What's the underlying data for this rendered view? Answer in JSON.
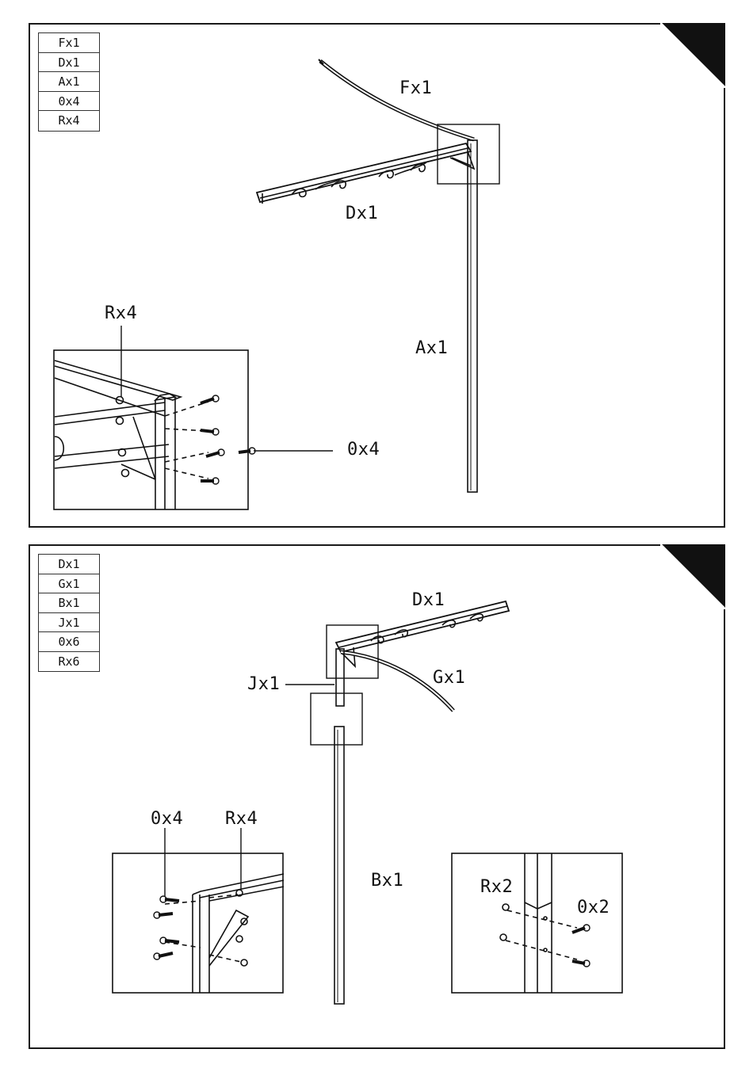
{
  "step1": {
    "parts": [
      "Fx1",
      "Dx1",
      "Ax1",
      "0x4",
      "Rx4"
    ],
    "labels": {
      "F": "Fx1",
      "D": "Dx1",
      "A": "Ax1",
      "R": "Rx4",
      "O": "0x4"
    }
  },
  "step2": {
    "parts": [
      "Dx1",
      "Gx1",
      "Bx1",
      "Jx1",
      "0x6",
      "Rx6"
    ],
    "labels": {
      "D": "Dx1",
      "G": "Gx1",
      "J": "Jx1",
      "B": "Bx1",
      "O4": "0x4",
      "R4": "Rx4",
      "R2": "Rx2",
      "O2": "0x2"
    }
  }
}
